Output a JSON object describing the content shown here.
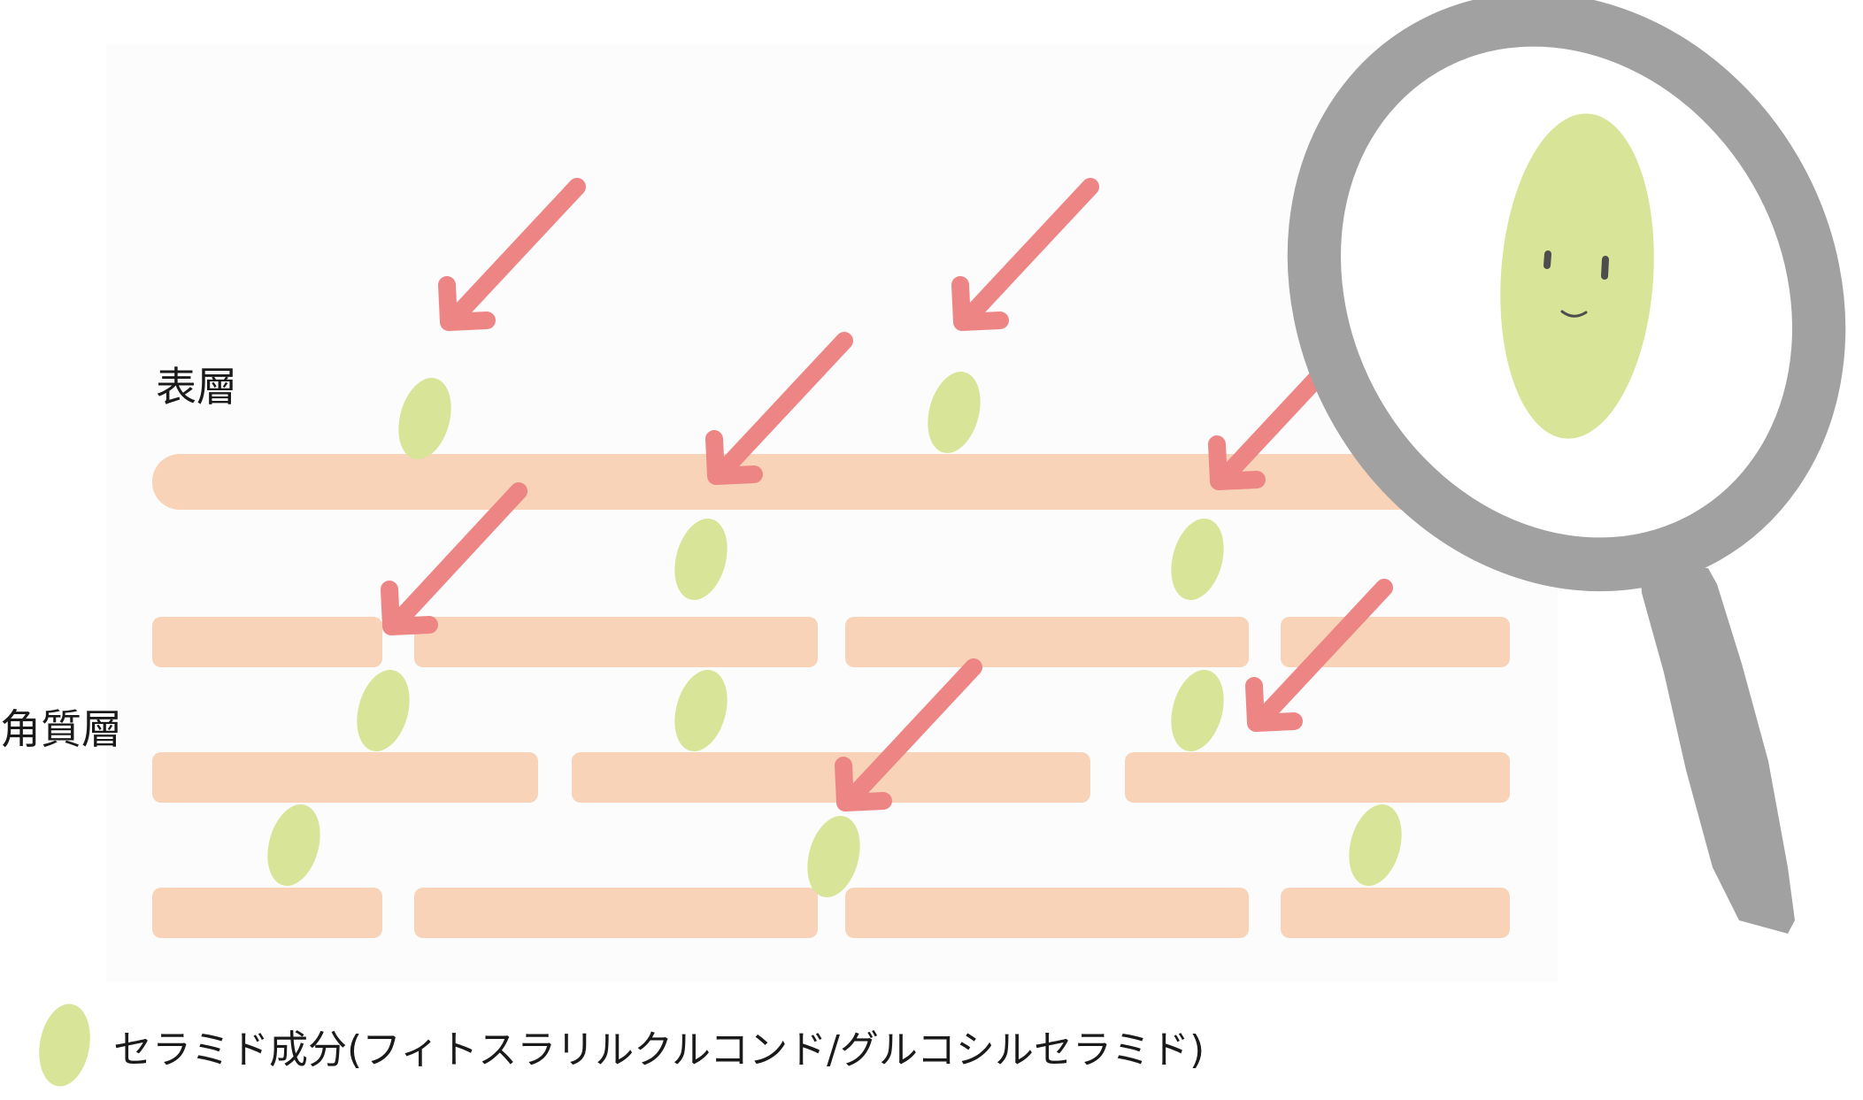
{
  "labels": {
    "surface": "表層",
    "stratum": "角質層"
  },
  "legend": {
    "text": "セラミド成分(フィトスラリルクルコンド/グルコシルセラミド)"
  },
  "colors": {
    "background_panel": "#fcfcfc",
    "skin_cell": "#f8d3b8",
    "ceramide": "#d8e497",
    "arrow": "#ee8585",
    "magnifier": "#a0a1a0",
    "face_features": "#4d4d4d"
  },
  "icons": {
    "arrow": "arrow-icon",
    "ceramide": "ceramide-icon",
    "magnifier": "magnifying-glass-icon"
  }
}
